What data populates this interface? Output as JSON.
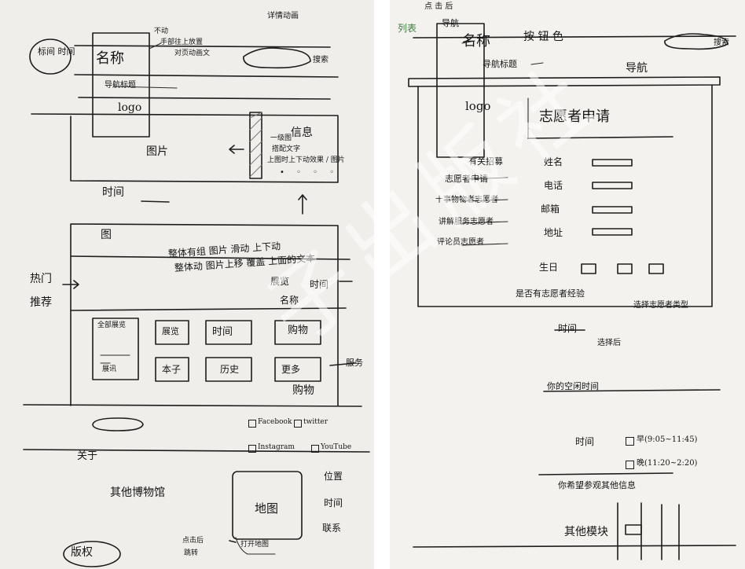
{
  "left_sheet": {
    "top_left_circle": "标间\n时间",
    "name_box": "名称",
    "note_1": "不动",
    "note_2": "手部往上放置",
    "note_3": "对页动画文",
    "note_4": "详情动画",
    "search_note": "搜索",
    "tagline": "导航标题",
    "logo": "logo",
    "image_label": "图片",
    "info_label": "信息",
    "scroll_note_1": "一级图",
    "scroll_note_2": "搭配文字",
    "scroll_note_3": "上图时上下动效果 / 图片",
    "time_label": "时间",
    "figure_label": "图",
    "overall_note": "整体有组 图片 滑动 上下动",
    "hover_note": "整体动 图片上移 覆盖 上面的文本",
    "side_label_1": "热门",
    "side_label_2": "推荐",
    "exhibit": "展览",
    "time": "时间",
    "name": "名称",
    "grid_labels": [
      "全部展览",
      "展览",
      "时间",
      "购物",
      "展讯",
      "本子",
      "历史",
      "更多"
    ],
    "service_label": "服务",
    "shop_label": "购物",
    "social": [
      "Facebook",
      "twitter",
      "Instagram",
      "YouTube"
    ],
    "about_label": "关于",
    "museum_label": "其他博物馆",
    "map_label": "地图",
    "map_open": "打开地图",
    "map_click": "点击后",
    "map_jump": "跳转",
    "address_label": "位置",
    "open_time_label": "时间",
    "contact_label": "联系",
    "copyright_label": "版权"
  },
  "right_sheet": {
    "top_note": "点 击 后",
    "nav_label": "导航",
    "name_box": "名称",
    "side_mark": "列表",
    "lang_note": "按 钮 色",
    "search_note": "搜索",
    "tagline": "导航标题",
    "logo": "logo",
    "nav_tag": "导航",
    "form_title": "志愿者申请",
    "menu_head": "有关招募",
    "menu_items": [
      "志愿者申请",
      "十事物物者志愿者",
      "讲解服务志愿者",
      "评论员志愿者"
    ],
    "field_labels": [
      "姓名",
      "电话",
      "邮箱",
      "地址"
    ],
    "birthday_label": "生日",
    "prior_note": "是否有志愿者经验",
    "choose_note": "选择志愿者类型",
    "time_note": "时间",
    "choose_label": "选择后",
    "available_note": "你的空闲时间",
    "time_label": "时间",
    "am_label": "早(9:05~11:45)",
    "pm_label": "晚(11:20~2:20)",
    "other_note": "你希望参观其他信息",
    "footer_label": "其他模块"
  },
  "watermark": "子出版社"
}
